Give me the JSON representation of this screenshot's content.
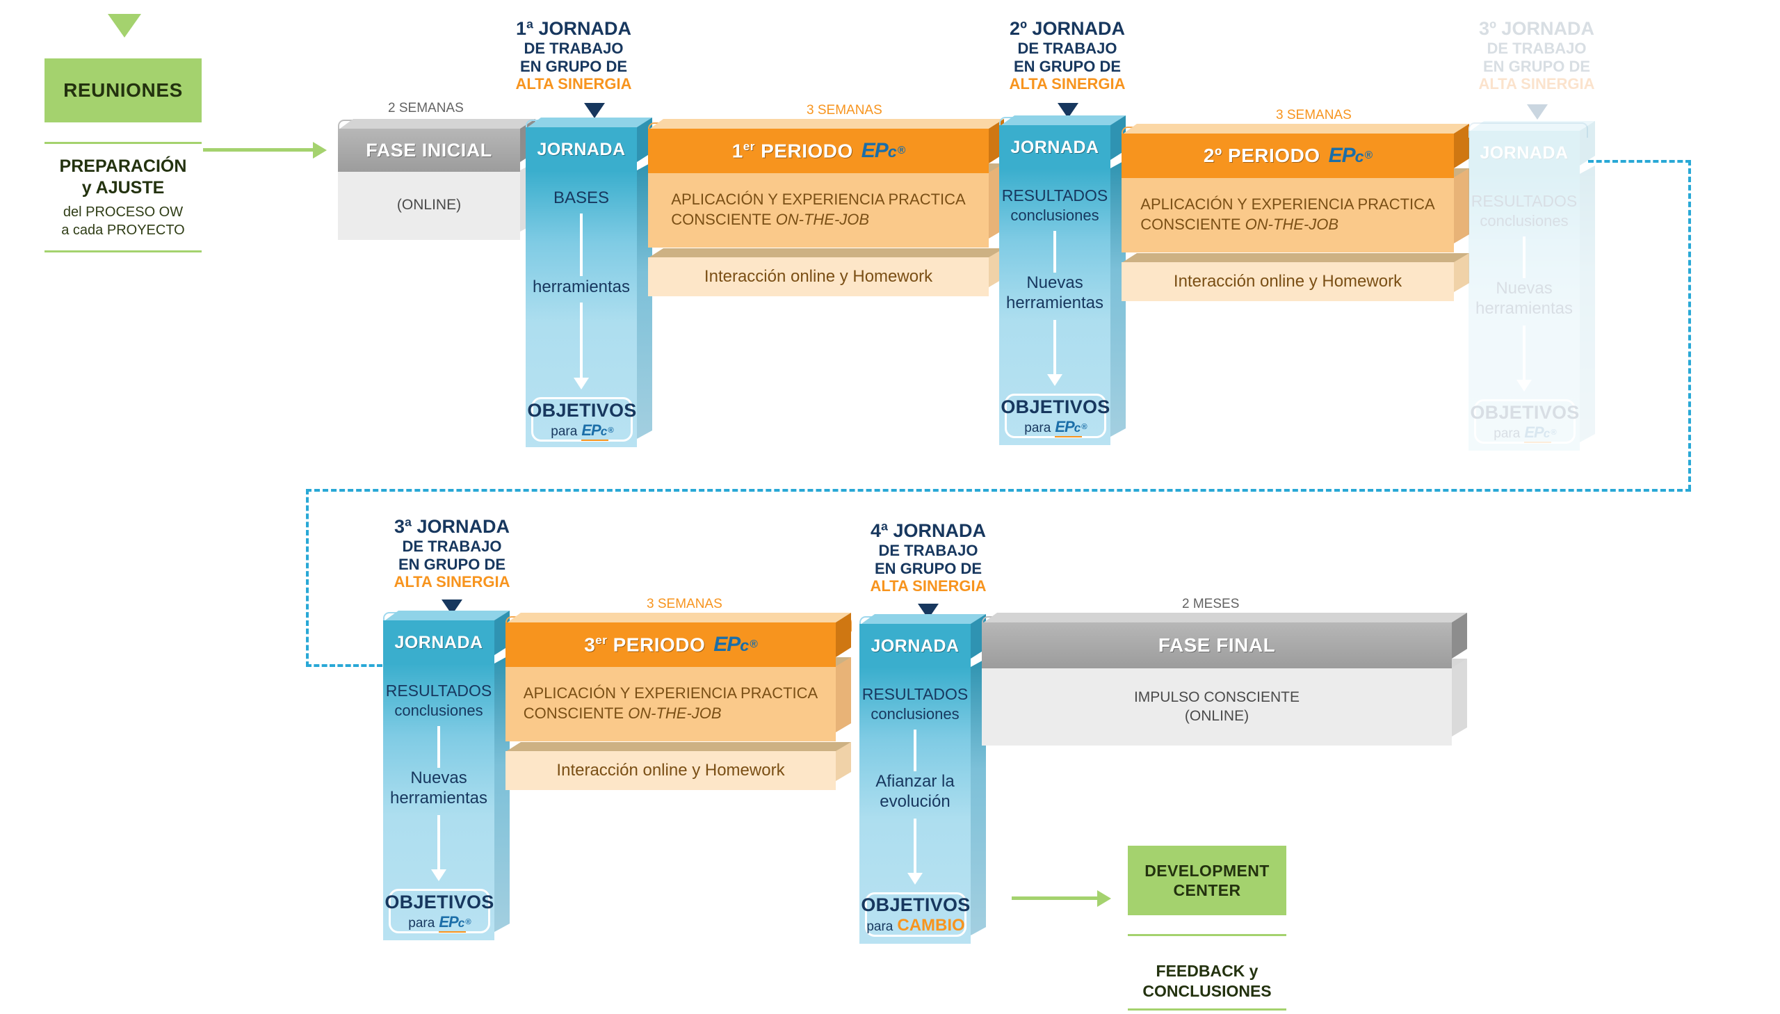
{
  "diagram": {
    "title": "Proceso OW - Jornadas de trabajo EPc",
    "colors": {
      "green": "#a4d26e",
      "blue_header": "#3eafcc",
      "blue_body": "#a9dcef",
      "orange_header": "#f7941e",
      "orange_body": "#fac98a",
      "orange_light": "#fde6c8",
      "grey_header": "#a6a6a6",
      "grey_body": "#ececec",
      "navy_text": "#17375e",
      "dashed_connector": "#29a8d6"
    }
  },
  "left_panel": {
    "arrow_icon": "triangle-down-green",
    "box_label": "REUNIONES",
    "caption_line1": "PREPARACIÓN",
    "caption_line2": "y  AJUSTE",
    "sub_line1": "del PROCESO OW",
    "sub_line2": "a cada PROYECTO"
  },
  "row1": {
    "fase_inicial": {
      "duration": "2 SEMANAS",
      "header": "FASE INICIAL",
      "body": "(ONLINE)"
    },
    "jornada1": {
      "caption": {
        "l1": "1ª JORNADA",
        "l2": "DE TRABAJO",
        "l3": "EN GRUPO DE",
        "l4": "ALTA SINERGIA"
      },
      "header": "JORNADA",
      "body_top": "BASES",
      "body_mid": "herramientas",
      "objetivos_title": "OBJETIVOS",
      "objetivos_sub": "para",
      "objetivos_brand": "EPc®"
    },
    "periodo1": {
      "duration": "3 SEMANAS",
      "header_prefix": "1",
      "header_sup": "er",
      "header_word": "PERIODO",
      "header_brand": "EPc®",
      "body_line1": "APLICACIÓN Y EXPERIENCIA PRACTICA",
      "body_line2_normal": "CONSCIENTE ",
      "body_line2_italic": "ON-THE-JOB",
      "homework": "Interacción online y Homework"
    },
    "jornada2": {
      "caption": {
        "l1": "2º JORNADA",
        "l2": "DE TRABAJO",
        "l3": "EN GRUPO DE",
        "l4": "ALTA SINERGIA"
      },
      "header": "JORNADA",
      "body_top": "RESULTADOS",
      "body_top_sub": "conclusiones",
      "body_mid1": "Nuevas",
      "body_mid2": "herramientas",
      "objetivos_title": "OBJETIVOS",
      "objetivos_sub": "para",
      "objetivos_brand": "EPc®"
    },
    "periodo2": {
      "duration": "3 SEMANAS",
      "header_prefix": "2",
      "header_sup": "º",
      "header_word": "PERIODO",
      "header_brand": "EPc®",
      "body_line1": "APLICACIÓN Y EXPERIENCIA PRACTICA",
      "body_line2_normal": "CONSCIENTE ",
      "body_line2_italic": "ON-THE-JOB",
      "homework": "Interacción online y Homework"
    },
    "jornada3_ghost": {
      "caption": {
        "l1": "3º JORNADA",
        "l2": "DE TRABAJO",
        "l3": "EN GRUPO DE",
        "l4": "ALTA SINERGIA"
      },
      "header": "JORNADA",
      "body_top": "RESULTADOS",
      "body_top_sub": "conclusiones",
      "body_mid1": "Nuevas",
      "body_mid2": "herramientas",
      "objetivos_title": "OBJETIVOS",
      "objetivos_sub": "para",
      "objetivos_brand": "EPc®"
    }
  },
  "row2": {
    "jornada3": {
      "caption": {
        "l1": "3ª JORNADA",
        "l2": "DE TRABAJO",
        "l3": "EN GRUPO DE",
        "l4": "ALTA SINERGIA"
      },
      "header": "JORNADA",
      "body_top": "RESULTADOS",
      "body_top_sub": "conclusiones",
      "body_mid1": "Nuevas",
      "body_mid2": "herramientas",
      "objetivos_title": "OBJETIVOS",
      "objetivos_sub": "para",
      "objetivos_brand": "EPc®"
    },
    "periodo3": {
      "duration": "3 SEMANAS",
      "header_prefix": "3",
      "header_sup": "er",
      "header_word": "PERIODO",
      "header_brand": "EPc®",
      "body_line1": "APLICACIÓN Y EXPERIENCIA PRACTICA",
      "body_line2_normal": "CONSCIENTE ",
      "body_line2_italic": "ON-THE-JOB",
      "homework": "Interacción online y Homework"
    },
    "jornada4": {
      "caption": {
        "l1": "4ª JORNADA",
        "l2": "DE TRABAJO",
        "l3": "EN GRUPO DE",
        "l4": "ALTA SINERGIA"
      },
      "header": "JORNADA",
      "body_top": "RESULTADOS",
      "body_top_sub": "conclusiones",
      "body_mid1": "Afianzar la",
      "body_mid2": "evolución",
      "objetivos_title": "OBJETIVOS",
      "objetivos_sub": "para",
      "objetivos_brand": "CAMBIO"
    },
    "fase_final": {
      "duration": "2 MESES",
      "header": "FASE FINAL",
      "body_line1": "IMPULSO CONSCIENTE",
      "body_line2": "(ONLINE)"
    }
  },
  "right_panel": {
    "arrow_icon": "arrow-right-green",
    "box_label_line1": "DEVELOPMENT",
    "box_label_line2": "CENTER",
    "caption_line1": "FEEDBACK y",
    "caption_line2": "CONCLUSIONES"
  }
}
